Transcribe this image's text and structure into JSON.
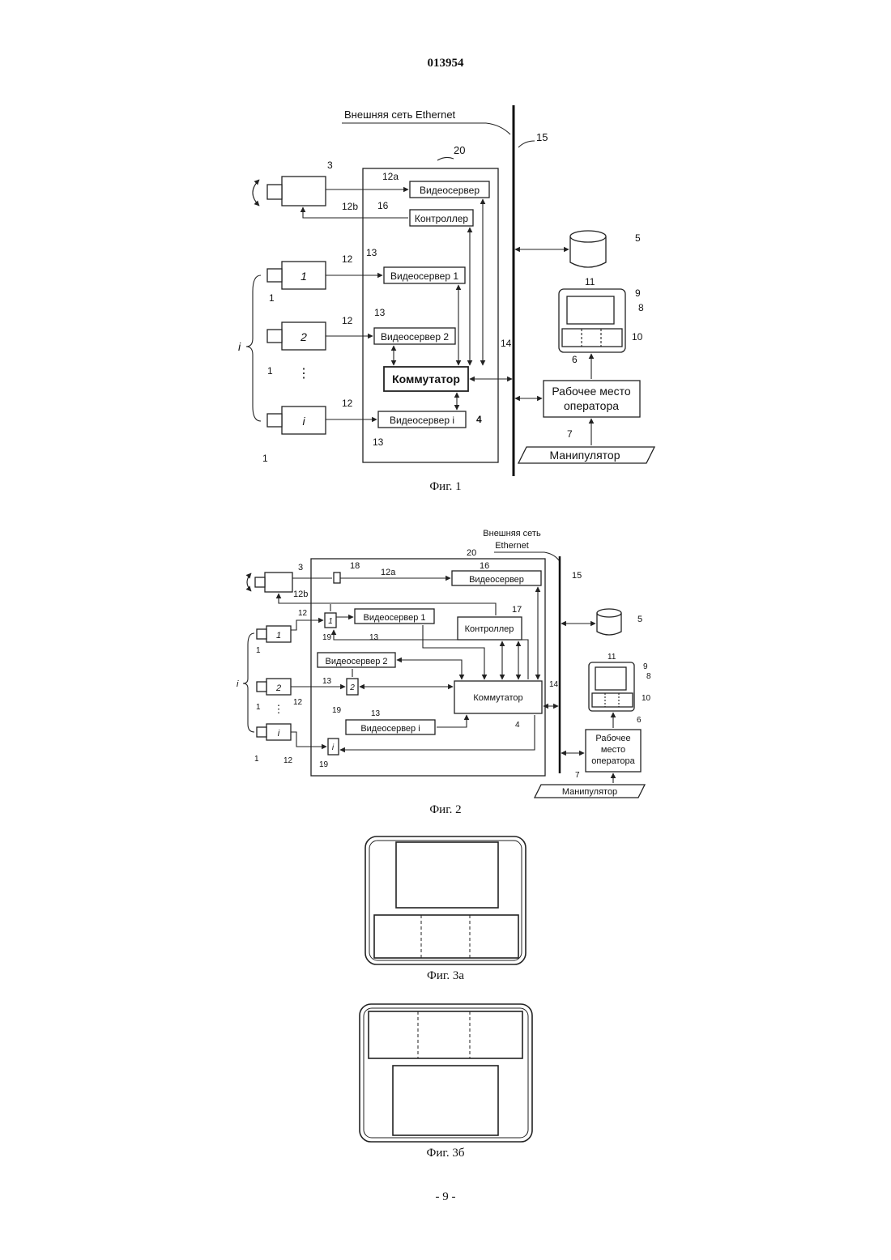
{
  "header": {
    "doc_number": "013954"
  },
  "footer": {
    "page_number": "- 9 -"
  },
  "fig1": {
    "caption": "Фиг. 1",
    "net_label": "Внешняя сеть Ethernet",
    "videoserver": "Видеосервер",
    "controller": "Контроллер",
    "videoserver_1": "Видеосервер 1",
    "videoserver_2": "Видеосервер 2",
    "videoserver_i": "Видеосервер i",
    "switch": "Коммутатор",
    "workstation_line1": "Рабочее место",
    "workstation_line2": "оператора",
    "manipulator": "Манипулятор",
    "camera_1": "1",
    "camera_2": "2",
    "camera_i": "i",
    "group_label": "i",
    "refs": [
      "20",
      "15",
      "3",
      "12a",
      "16",
      "12b",
      "5",
      "13",
      "12",
      "1",
      "11",
      "9",
      "8",
      "10",
      "14",
      "6",
      "4",
      "7"
    ]
  },
  "fig2": {
    "caption": "Фиг. 2",
    "net_line1": "Внешняя сеть",
    "net_line2": "Ethernet",
    "videoserver": "Видеосервер",
    "controller": "Контроллер",
    "videoserver_1": "Видеосервер 1",
    "videoserver_2": "Видеосервер 2",
    "videoserver_i": "Видеосервер i",
    "switch": "Коммутатор",
    "workstation_line1": "Рабочее",
    "workstation_line2": "место",
    "workstation_line3": "оператора",
    "manipulator": "Манипулятор",
    "camera_1": "1",
    "camera_2": "2",
    "camera_i": "i",
    "mux_1": "1",
    "mux_2": "2",
    "mux_i": "i",
    "group_label": "i",
    "refs": [
      "20",
      "15",
      "3",
      "18",
      "12a",
      "16",
      "12b",
      "12",
      "17",
      "5",
      "11",
      "9",
      "8",
      "10",
      "14",
      "6",
      "7",
      "4",
      "13",
      "19",
      "1"
    ]
  },
  "fig3a": {
    "caption": "Фиг. 3а"
  },
  "fig3b": {
    "caption": "Фиг. 3б"
  }
}
